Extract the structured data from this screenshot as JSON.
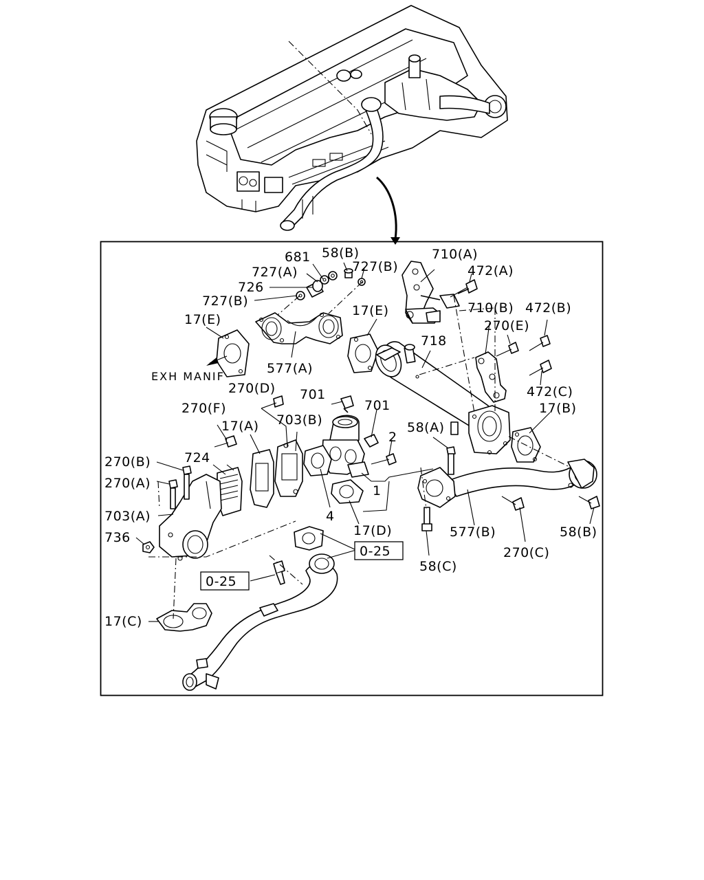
{
  "labels": {
    "l681": "681",
    "l58b_top": "58(B)",
    "l727a": "727(A)",
    "l727b_top": "727(B)",
    "l726": "726",
    "l727b_left": "727(B)",
    "l17e_left": "17(E)",
    "l17e_right": "17(E)",
    "l577a": "577(A)",
    "exh_manif": "EXH MANIF",
    "l710a": "710(A)",
    "l472a": "472(A)",
    "l710b": "710(B)",
    "l472b": "472(B)",
    "l270e": "270(E)",
    "l718": "718",
    "l472c": "472(C)",
    "l17b": "17(B)",
    "l270d": "270(D)",
    "l701_top": "701",
    "l701_right": "701",
    "l270f": "270(F)",
    "l17a": "17(A)",
    "l703b": "703(B)",
    "l2": "2",
    "l58a": "58(A)",
    "l724": "724",
    "l270b": "270(B)",
    "l270a": "270(A)",
    "l1": "1",
    "l703a": "703(A)",
    "l4": "4",
    "l17d": "17(D)",
    "l577b": "577(B)",
    "l58b_right": "58(B)",
    "l736": "736",
    "l025_right": "0-25",
    "l270c": "270(C)",
    "l58c": "58(C)",
    "l025_left": "0-25",
    "l17c": "17(C)"
  }
}
